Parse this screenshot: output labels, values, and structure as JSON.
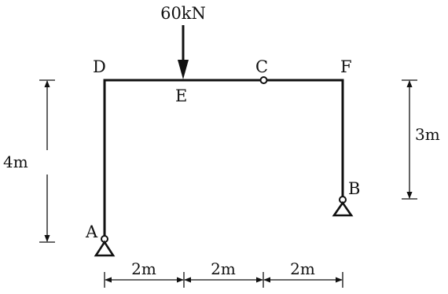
{
  "load": {
    "label": "60kN"
  },
  "nodes": {
    "A": "A",
    "B": "B",
    "C": "C",
    "D": "D",
    "E": "E",
    "F": "F"
  },
  "dimensions": {
    "left_height": "4m",
    "right_height": "3m",
    "span_1": "2m",
    "span_2": "2m",
    "span_3": "2m"
  },
  "colors": {
    "line": "#111111",
    "background": "#ffffff"
  }
}
